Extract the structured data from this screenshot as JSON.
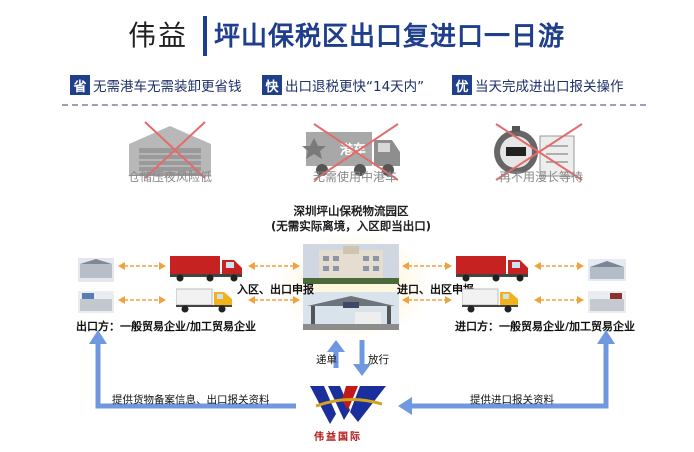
{
  "header": {
    "brand": "伟益",
    "title": "坪山保税区出口复进口一日游"
  },
  "features": [
    {
      "badge": "省",
      "text": "无需港车无需装卸更省钱"
    },
    {
      "badge": "快",
      "text": "出口退税更快“14天内”"
    },
    {
      "badge": "优",
      "text": "当天完成进出口报关操作"
    }
  ],
  "benefits": [
    {
      "icon": "warehouse-crossed-icon",
      "label": "仓储压夜风险低"
    },
    {
      "icon": "hk-truck-crossed-icon",
      "truck_text": "港车",
      "label": "无需使用中港车"
    },
    {
      "icon": "timer-crossed-icon",
      "label": "再不用漫长等待"
    }
  ],
  "park": {
    "title": "深圳坪山保税物流园区",
    "subtitle": "(无需实际离境，入区即当出口)"
  },
  "flow": {
    "left_label": "入区、出口申报",
    "right_label": "进口、出区申报",
    "exporter": "出口方：一般贸易企业/加工贸易企业",
    "importer": "进口方：一般贸易企业/加工贸易企业",
    "deliver": "递单",
    "release": "放行",
    "left_bottom": "提供货物备案信息、出口报关资料",
    "right_bottom": "提供进口报关资料"
  },
  "logo": {
    "text": "伟益国际",
    "colors": {
      "blue": "#1a2f9c",
      "red": "#c01a1a",
      "gold": "#d6a21c"
    }
  },
  "colors": {
    "accent": "#1f3e8c",
    "arrow_orange": "#f1a240",
    "arrow_blue": "#6f98e0"
  }
}
